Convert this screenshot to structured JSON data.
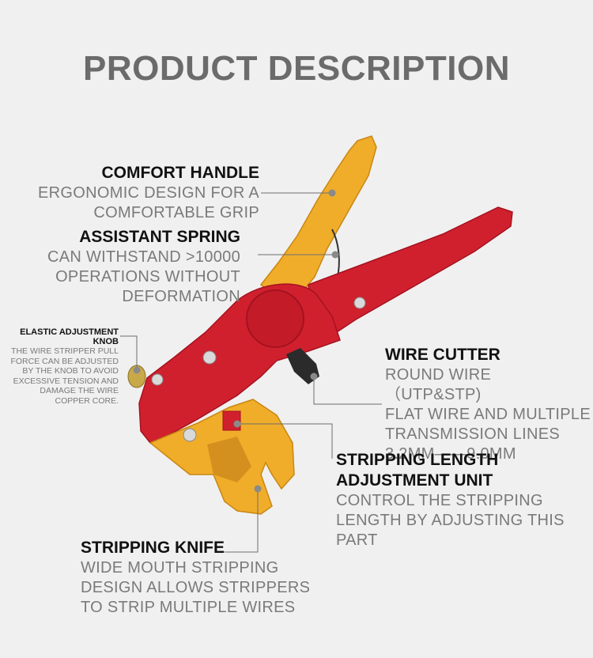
{
  "title": "PRODUCT DESCRIPTION",
  "labels": {
    "comfort_handle": {
      "heading": "COMFORT HANDLE",
      "lines": [
        "ERGONOMIC DESIGN FOR A",
        "COMFORTABLE GRIP"
      ]
    },
    "assistant_spring": {
      "heading": "ASSISTANT SPRING",
      "lines": [
        "CAN WITHSTAND >10000",
        "OPERATIONS WITHOUT",
        "DEFORMATION"
      ]
    },
    "elastic_knob": {
      "heading_lines": [
        "ELASTIC ADJUSTMENT",
        "KNOB"
      ],
      "lines": [
        "THE WIRE STRIPPER PULL",
        "FORCE CAN BE ADJUSTED",
        "BY THE KNOB TO AVOID",
        "EXCESSIVE TENSION AND",
        "DAMAGE THE WIRE",
        "COPPER CORE."
      ]
    },
    "wire_cutter": {
      "heading": "WIRE CUTTER",
      "lines": [
        "ROUND WIRE （UTP&STP)",
        "FLAT WIRE AND MULTIPLE",
        "TRANSMISSION LINES",
        "3.2MM——9.0MM"
      ]
    },
    "stripping_length": {
      "heading_lines": [
        "STRIPPING LENGTH",
        "ADJUSTMENT UNIT"
      ],
      "lines": [
        "CONTROL THE STRIPPING",
        "LENGTH BY ADJUSTING THIS",
        "PART"
      ]
    },
    "stripping_knife": {
      "heading": "STRIPPING KNIFE",
      "lines": [
        "WIDE MOUTH STRIPPING",
        "DESIGN ALLOWS STRIPPERS",
        "TO STRIP MULTIPLE WIRES"
      ]
    }
  },
  "colors": {
    "background": "#f0f0f0",
    "handle_red": "#d0202e",
    "body_yellow": "#f0ad2a",
    "title_gray": "#6b6b6b",
    "text_gray": "#7a7a7a"
  }
}
